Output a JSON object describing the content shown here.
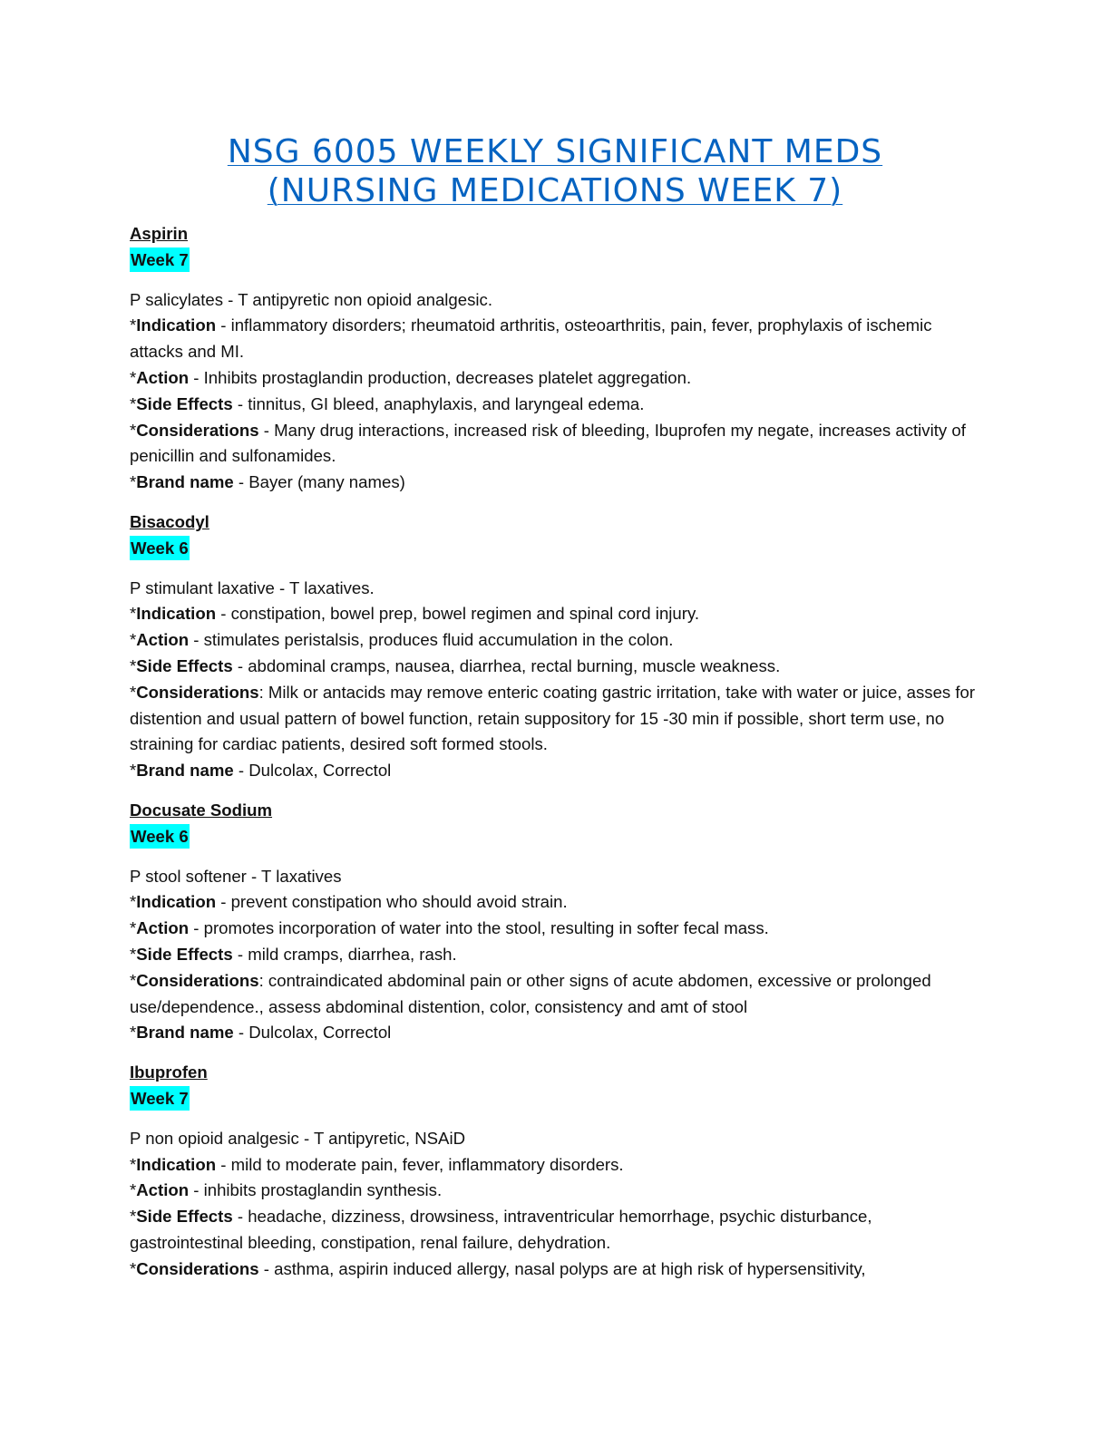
{
  "title": {
    "line1": "NSG 6005 WEEKLY SIGNIFICANT MEDS",
    "line2": "(NURSING MEDICATIONS WEEK 7)"
  },
  "drugs": [
    {
      "name": "Aspirin",
      "week": "Week 7",
      "class": "P salicylates - T antipyretic non opioid analgesic.",
      "items": [
        {
          "label": "Indication",
          "text": " - inflammatory disorders; rheumatoid arthritis, osteoarthritis, pain, fever, prophylaxis of ischemic attacks and MI."
        },
        {
          "label": "Action",
          "text": " - Inhibits prostaglandin production, decreases platelet aggregation."
        },
        {
          "label": "Side Effects",
          "text": " - tinnitus, GI bleed, anaphylaxis, and laryngeal edema."
        },
        {
          "label": "Considerations",
          "text": " - Many drug interactions, increased risk of bleeding, Ibuprofen my negate, increases activity of penicillin and sulfonamides."
        },
        {
          "label": "Brand name",
          "text": " - Bayer (many names)"
        }
      ]
    },
    {
      "name": "Bisacodyl",
      "week": "Week 6",
      "class": "P stimulant laxative - T laxatives.",
      "items": [
        {
          "label": "Indication",
          "text": " - constipation, bowel prep, bowel regimen and spinal cord injury."
        },
        {
          "label": "Action",
          "text": " - stimulates peristalsis, produces fluid accumulation in the colon."
        },
        {
          "label": "Side Effects",
          "text": " - abdominal cramps, nausea, diarrhea, rectal burning, muscle weakness."
        },
        {
          "label": "Considerations",
          "text": ": Milk or antacids may remove enteric coating gastric irritation, take with water or juice, asses for distention and usual pattern of bowel function, retain suppository for 15 -30 min if possible, short term use, no straining for cardiac patients, desired soft formed stools."
        },
        {
          "label": "Brand name",
          "text": " - Dulcolax, Correctol"
        }
      ]
    },
    {
      "name": "Docusate Sodium",
      "week": "Week 6",
      "class": "P stool softener - T laxatives",
      "items": [
        {
          "label": "Indication",
          "text": " - prevent constipation who should avoid strain."
        },
        {
          "label": "Action",
          "text": " - promotes incorporation of water into the stool, resulting in softer fecal mass."
        },
        {
          "label": "Side Effects",
          "text": " - mild cramps, diarrhea, rash."
        },
        {
          "label": "Considerations",
          "text": ": contraindicated abdominal pain or other signs of acute abdomen, excessive or prolonged use/dependence., assess abdominal distention, color, consistency and amt of stool"
        },
        {
          "label": "Brand name",
          "text": " - Dulcolax, Correctol"
        }
      ]
    },
    {
      "name": "Ibuprofen",
      "week": "Week 7",
      "class": "P non opioid analgesic - T antipyretic, NSAiD",
      "items": [
        {
          "label": "Indication",
          "text": " - mild to moderate pain, fever, inflammatory disorders."
        },
        {
          "label": "Action",
          "text": " - inhibits prostaglandin synthesis."
        },
        {
          "label": "Side Effects",
          "text": " - headache, dizziness, drowsiness, intraventricular hemorrhage, psychic disturbance, gastrointestinal bleeding, constipation, renal failure, dehydration."
        },
        {
          "label": "Considerations",
          "text": " - asthma, aspirin induced allergy, nasal polyps are at high risk of hypersensitivity,"
        }
      ]
    }
  ]
}
